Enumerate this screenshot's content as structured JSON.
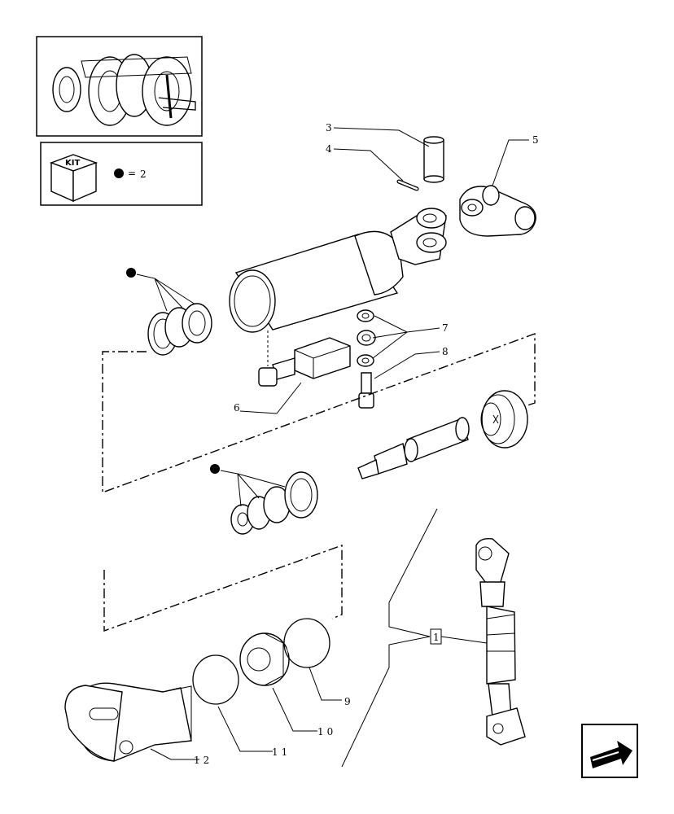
{
  "kit_box": {
    "kit_label": "KIT",
    "equals": "=",
    "kit_number": "2"
  },
  "callouts": {
    "c1": "1",
    "c3": "3",
    "c4": "4",
    "c5": "5",
    "c6": "6",
    "c7": "7",
    "c8": "8",
    "c9": "9",
    "c10": "10",
    "c11": "11",
    "c12": "12"
  },
  "icons": {
    "thumbnail": "tractor-thumbnail-icon",
    "next": "next-page-arrow-icon"
  }
}
